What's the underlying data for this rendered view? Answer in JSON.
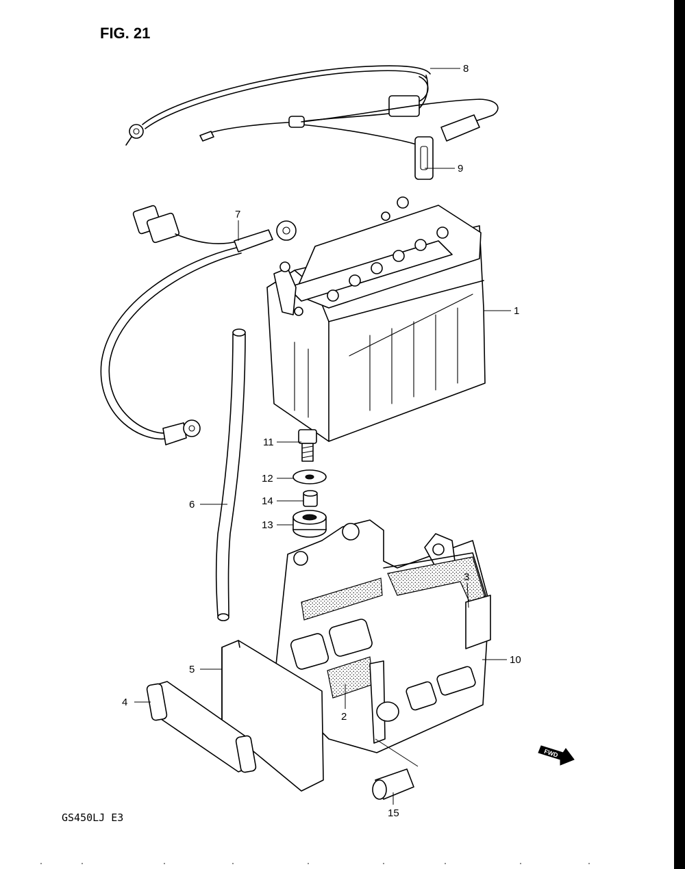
{
  "figure": {
    "title": "FIG. 21",
    "model_code": "GS450LJ  E3",
    "fwd_label": "FWD"
  },
  "callouts": [
    "1",
    "2",
    "3",
    "4",
    "5",
    "6",
    "7",
    "8",
    "9",
    "10",
    "11",
    "12",
    "13",
    "14",
    "15"
  ],
  "colors": {
    "ink": "#000000",
    "paper": "#ffffff"
  }
}
